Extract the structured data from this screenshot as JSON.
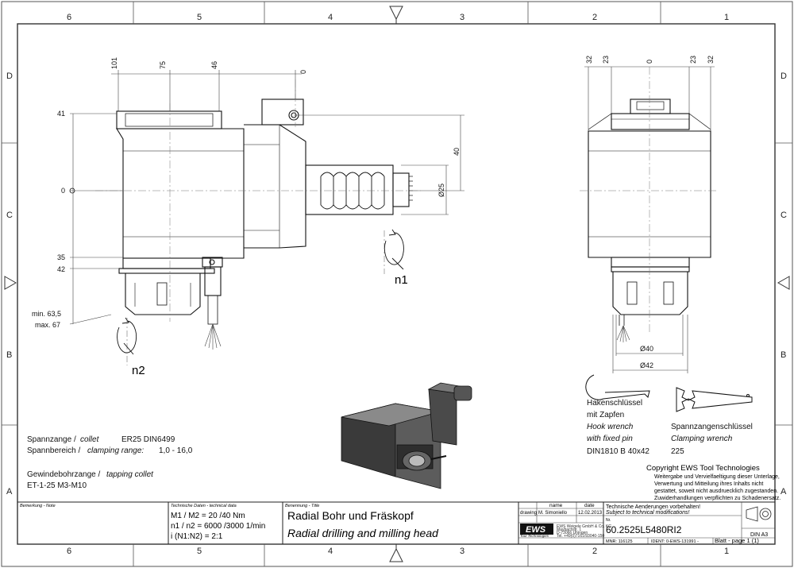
{
  "grid": {
    "columns": [
      "6",
      "5",
      "4",
      "3",
      "2",
      "1"
    ],
    "rows": [
      "D",
      "C",
      "B",
      "A"
    ]
  },
  "front_view": {
    "top_dims": [
      "101",
      "75",
      "46",
      "0"
    ],
    "left_dims": [
      "41",
      "0",
      "35",
      "42"
    ],
    "shank_dims": [
      "min. 63,5",
      "max. 67"
    ],
    "right_dims": [
      "40",
      "Ø25"
    ],
    "rotation_labels": [
      "n1",
      "n2"
    ]
  },
  "side_view": {
    "top_dims": [
      "32",
      "23",
      "0",
      "23",
      "32"
    ],
    "bottom_dims": [
      "Ø40",
      "Ø42"
    ]
  },
  "hook_wrench": {
    "lines": [
      "Hakenschlüssel",
      "mit Zapfen",
      "Hook wrench",
      "with fixed pin",
      "DIN1810 B 40x42"
    ]
  },
  "clamping_wrench": {
    "lines": [
      "Spannzangenschlüssel",
      "Clamping wrench",
      "225"
    ]
  },
  "specs": {
    "collet_de": "Spannzange /",
    "collet_en": "collet",
    "collet_val": "ER25    DIN6499",
    "range_de": "Spannbereich /",
    "range_en": "clamping range:",
    "range_val": "1,0 - 16,0",
    "tap_de": "Gewindebohrzange /",
    "tap_en": "tapping collet",
    "tap_val": "ET-1-25   M3-M10"
  },
  "copyright": {
    "line1": "Copyright EWS Tool Technologies",
    "line2": "Weitergabe und Vervielfaeltigung dieser Unterlage,",
    "line3": "Verwertung und Mitteilung ihres Inhalts nicht",
    "line4": "gestattet, soweit nicht ausdruecklich zugestanden.",
    "line5": "Zuwiderhandlungen verpflichten zu Schadenersatz."
  },
  "title_block": {
    "note_label": "Bemerkung - Note",
    "tech_label": "Technische Daten - technical data",
    "tech_line1": "M1 / M2 = 20  /40  Nm",
    "tech_line2": "n1 / n2 = 6000 /3000  1/min",
    "tech_line3": "i  (N1:N2) = 2:1",
    "title_label": "Benennung - Title",
    "title_de": "Radial Bohr und Fräskopf",
    "title_en": "Radial drilling and milling head",
    "name_header": "name",
    "date_header": "date",
    "drawing_label": "drawing",
    "drawer": "M. Simoniello",
    "date": "12.02.2013",
    "logo": "EWS",
    "logo_sub": "Tool Technologies",
    "addr1": "EWS Weigele GmbH & Co. KG",
    "addr2": "Maybachstr. 1",
    "addr3": "D-73066 Uhingen",
    "addr4": "Tel. +49(0)7161/93040-150",
    "changes_de": "Technische Aenderungen vorbehalten!",
    "changes_en": "Subject to technical modifications!",
    "nr_label": "Nr.",
    "part_number": "60.2525L5480RI2",
    "mnr": "MNR: 116125",
    "ident": "IDENT: 0-EWS-131991 -",
    "sheet": "Blatt - page  1 (1)",
    "din": "DIN A3"
  }
}
